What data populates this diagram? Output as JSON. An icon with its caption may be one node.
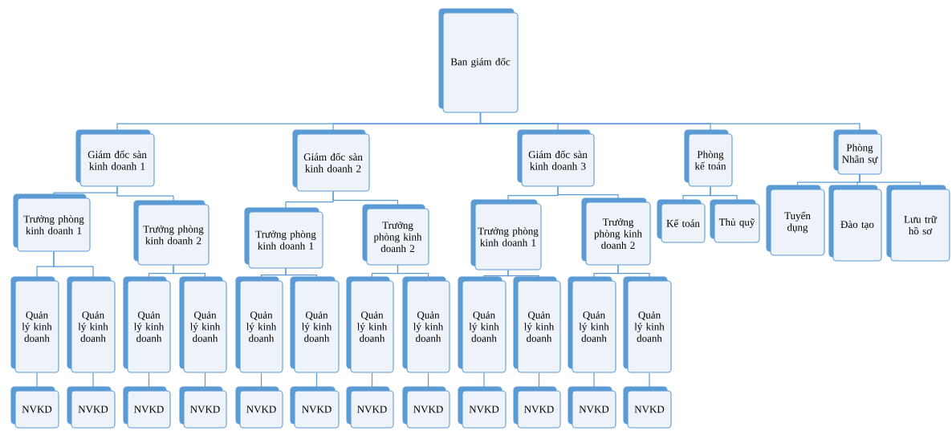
{
  "diagram": {
    "nodes": [
      {
        "text": [
          "Ban giám đốc"
        ]
      },
      {
        "text": [
          "Giám đốc sàn kinh doanh 1"
        ]
      },
      {
        "text": [
          "Giám đốc sàn kinh doanh 2"
        ]
      },
      {
        "text": [
          "Giám đốc sàn kinh doanh 3"
        ]
      },
      {
        "text": [
          "Phòng kế toán"
        ]
      },
      {
        "text": [
          "Phòng Nhân sự"
        ]
      },
      {
        "text": [
          "Trưởng phòng kinh doanh 1"
        ]
      },
      {
        "text": [
          "Trưởng phòng kinh doanh 2"
        ]
      },
      {
        "text": [
          "Trưởng phòng kinh doanh 1"
        ]
      },
      {
        "text": [
          "Trưởng phòng kinh doanh 2"
        ]
      },
      {
        "text": [
          "Trưởng phòng kinh doanh 1"
        ]
      },
      {
        "text": [
          "Trưởng phòng kinh doanh 2"
        ]
      },
      {
        "text": [
          "Kế toán"
        ]
      },
      {
        "text": [
          "Thủ quỹ"
        ]
      },
      {
        "text": [
          "Tuyển dụng"
        ]
      },
      {
        "text": [
          "Đào tạo"
        ]
      },
      {
        "text": [
          "Lưu trữ hồ sơ"
        ]
      },
      {
        "text": [
          "Quản lý kinh doanh"
        ]
      },
      {
        "text": [
          "Quản lý kinh doanh"
        ]
      },
      {
        "text": [
          "Quản lý kinh doanh"
        ]
      },
      {
        "text": [
          "Quản lý kinh doanh"
        ]
      },
      {
        "text": [
          "Quản lý kinh doanh"
        ]
      },
      {
        "text": [
          "Quản lý kinh doanh"
        ]
      },
      {
        "text": [
          "Quản lý kinh doanh"
        ]
      },
      {
        "text": [
          "Quản lý kinh doanh"
        ]
      },
      {
        "text": [
          "Quản lý kinh doanh"
        ]
      },
      {
        "text": [
          "Quản lý kinh doanh"
        ]
      },
      {
        "text": [
          "Quản lý kinh doanh"
        ]
      },
      {
        "text": [
          "Quản lý kinh doanh"
        ]
      },
      {
        "text": [
          "NVKD"
        ]
      },
      {
        "text": [
          "NVKD"
        ]
      },
      {
        "text": [
          "NVKD"
        ]
      },
      {
        "text": [
          "NVKD"
        ]
      },
      {
        "text": [
          "NVKD"
        ]
      },
      {
        "text": [
          "NVKD"
        ]
      },
      {
        "text": [
          "NVKD"
        ]
      },
      {
        "text": [
          "NVKD"
        ]
      },
      {
        "text": [
          "NVKD"
        ]
      },
      {
        "text": [
          "NVKD"
        ]
      },
      {
        "text": [
          "NVKD"
        ]
      },
      {
        "text": [
          "NVKD"
        ]
      }
    ],
    "edges": [
      {
        "from": 0,
        "to": 1,
        "arrow": "none"
      },
      {
        "from": 0,
        "to": 2,
        "arrow": "none"
      },
      {
        "from": 0,
        "to": 3,
        "arrow": "none"
      },
      {
        "from": 0,
        "to": 4,
        "arrow": "none"
      },
      {
        "from": 0,
        "to": 5,
        "arrow": "none"
      },
      {
        "from": 1,
        "to": 6,
        "arrow": "none"
      },
      {
        "from": 1,
        "to": 7,
        "arrow": "none"
      },
      {
        "from": 2,
        "to": 8,
        "arrow": "none"
      },
      {
        "from": 2,
        "to": 9,
        "arrow": "none"
      },
      {
        "from": 3,
        "to": 10,
        "arrow": "none"
      },
      {
        "from": 3,
        "to": 11,
        "arrow": "none"
      },
      {
        "from": 4,
        "to": 12,
        "arrow": "none"
      },
      {
        "from": 4,
        "to": 13,
        "arrow": "none"
      },
      {
        "from": 5,
        "to": 14,
        "arrow": "none"
      },
      {
        "from": 5,
        "to": 15,
        "arrow": "none"
      },
      {
        "from": 5,
        "to": 16,
        "arrow": "none"
      },
      {
        "from": 6,
        "to": 17,
        "arrow": "none"
      },
      {
        "from": 6,
        "to": 18,
        "arrow": "none"
      },
      {
        "from": 7,
        "to": 19,
        "arrow": "none"
      },
      {
        "from": 7,
        "to": 20,
        "arrow": "none"
      },
      {
        "from": 8,
        "to": 21,
        "arrow": "none"
      },
      {
        "from": 8,
        "to": 22,
        "arrow": "none"
      },
      {
        "from": 9,
        "to": 23,
        "arrow": "none"
      },
      {
        "from": 9,
        "to": 24,
        "arrow": "none"
      },
      {
        "from": 10,
        "to": 25,
        "arrow": "none"
      },
      {
        "from": 10,
        "to": 26,
        "arrow": "none"
      },
      {
        "from": 11,
        "to": 27,
        "arrow": "none"
      },
      {
        "from": 11,
        "to": 28,
        "arrow": "none"
      },
      {
        "from": 17,
        "to": 29,
        "arrow": "none"
      },
      {
        "from": 18,
        "to": 30,
        "arrow": "none"
      },
      {
        "from": 19,
        "to": 31,
        "arrow": "none"
      },
      {
        "from": 20,
        "to": 32,
        "arrow": "none"
      },
      {
        "from": 21,
        "to": 33,
        "arrow": "none"
      },
      {
        "from": 22,
        "to": 34,
        "arrow": "none"
      },
      {
        "from": 23,
        "to": 35,
        "arrow": "none"
      },
      {
        "from": 24,
        "to": 36,
        "arrow": "none"
      },
      {
        "from": 25,
        "to": 37,
        "arrow": "none"
      },
      {
        "from": 26,
        "to": 38,
        "arrow": "none"
      },
      {
        "from": 27,
        "to": 39,
        "arrow": "none"
      },
      {
        "from": 28,
        "to": 40,
        "arrow": "none"
      }
    ]
  }
}
